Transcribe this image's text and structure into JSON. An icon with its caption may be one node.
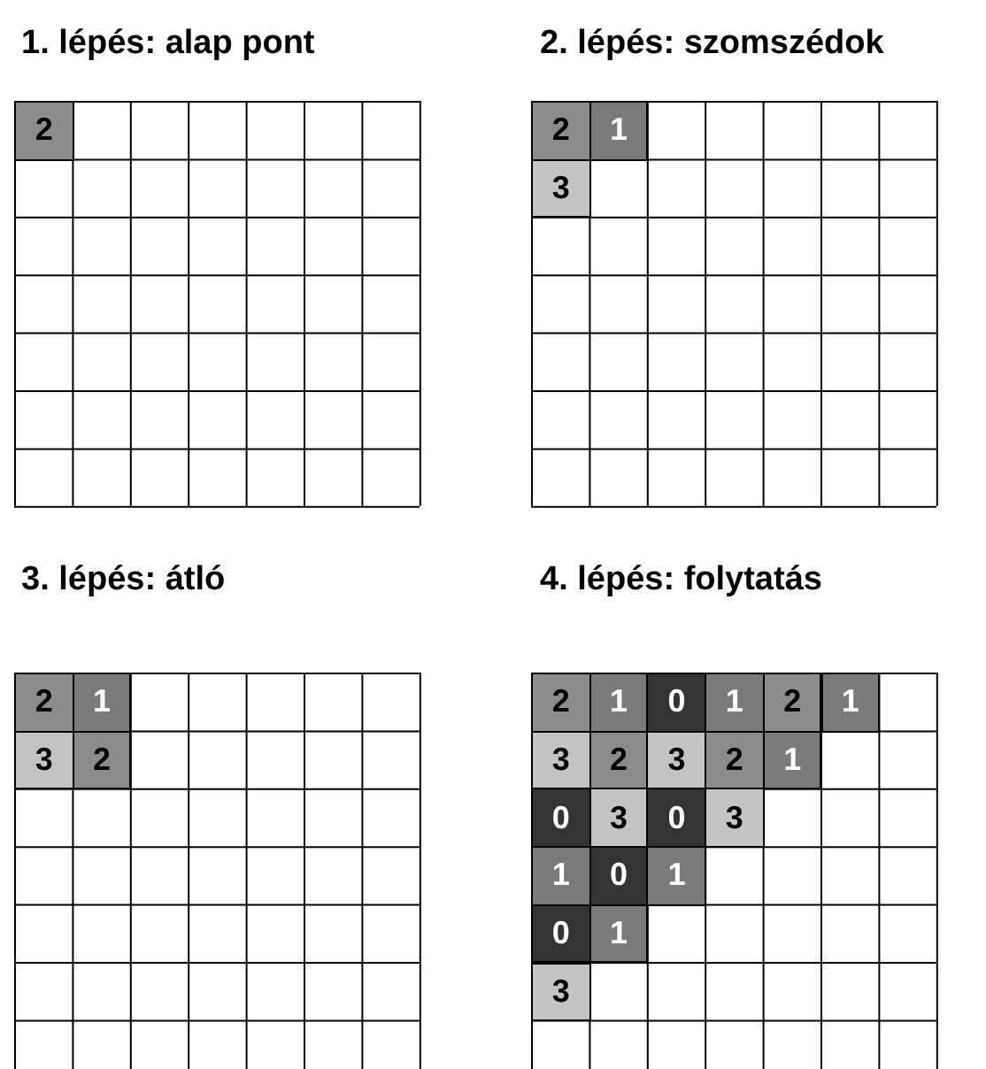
{
  "diagram": {
    "labels": [
      "1. lépés: alap pont",
      "2",
      "2. lépés: szomszédok",
      "2",
      "1",
      "3",
      "3. lépés: átló",
      "2",
      "1",
      "3",
      "2",
      "4. lépés: folytatás",
      "2",
      "1",
      "0",
      "1",
      "2",
      "1",
      "3",
      "2",
      "3",
      "2",
      "1",
      "0",
      "3",
      "0",
      "3",
      "1",
      "0",
      "1",
      "0",
      "1",
      "3"
    ]
  }
}
